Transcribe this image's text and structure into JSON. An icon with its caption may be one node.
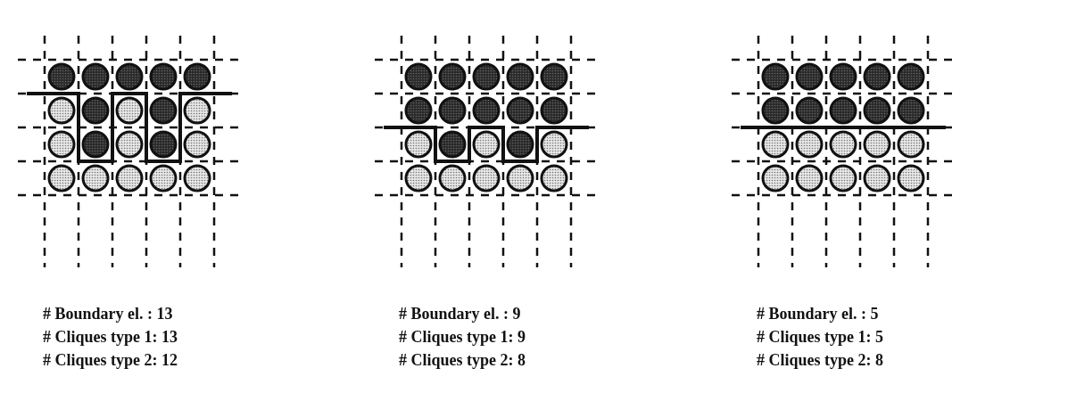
{
  "diagram": {
    "labels": [
      "# Boundary el. : 13",
      "# Cliques type 1: 13",
      "# Cliques type 2: 12",
      "# Boundary el. : 9",
      "# Cliques type 1: 9",
      "# Cliques type 2: 8",
      "# Boundary el. : 5",
      "# Cliques type 1: 5",
      "# Cliques type 2: 8"
    ]
  }
}
